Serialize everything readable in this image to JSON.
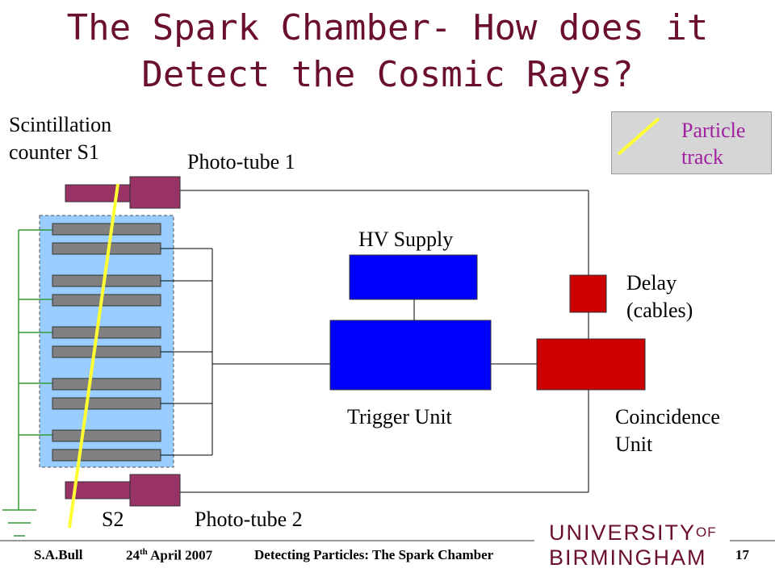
{
  "title": {
    "line1": "The Spark Chamber- How does it",
    "line2": "Detect the Cosmic Rays?"
  },
  "labels": {
    "scintillation_line1": "Scintillation",
    "scintillation_line2": "counter S1",
    "phototube1": "Photo-tube 1",
    "phototube2": "Photo-tube 2",
    "s2": "S2",
    "hv_supply": "HV Supply",
    "trigger_unit": "Trigger Unit",
    "delay_line1": "Delay",
    "delay_line2": "(cables)",
    "coincidence_line1": "Coincidence",
    "coincidence_line2": "Unit"
  },
  "legend": {
    "line1": "Particle",
    "line2": "track"
  },
  "footer": {
    "author": "S.A.Bull",
    "date_day": "24",
    "date_suffix": "th",
    "date_rest": " April 2007",
    "subject": "Detecting Particles: The Spark Chamber",
    "page": "17"
  },
  "logo": {
    "line1": "UNIVERSITY",
    "of": "OF",
    "line2": "BIRMINGHAM"
  },
  "colors": {
    "title": "#6b0f2f",
    "chamber_fill": "#99ccff",
    "plate": "#808080",
    "phototube": "#993366",
    "hv_supply": "#0000ff",
    "trigger_unit": "#0000ff",
    "delay": "#cc0000",
    "coincidence": "#cc0000",
    "particle_track": "#ffff33",
    "ground_wire": "#339933",
    "legend_text": "#a020a0"
  }
}
